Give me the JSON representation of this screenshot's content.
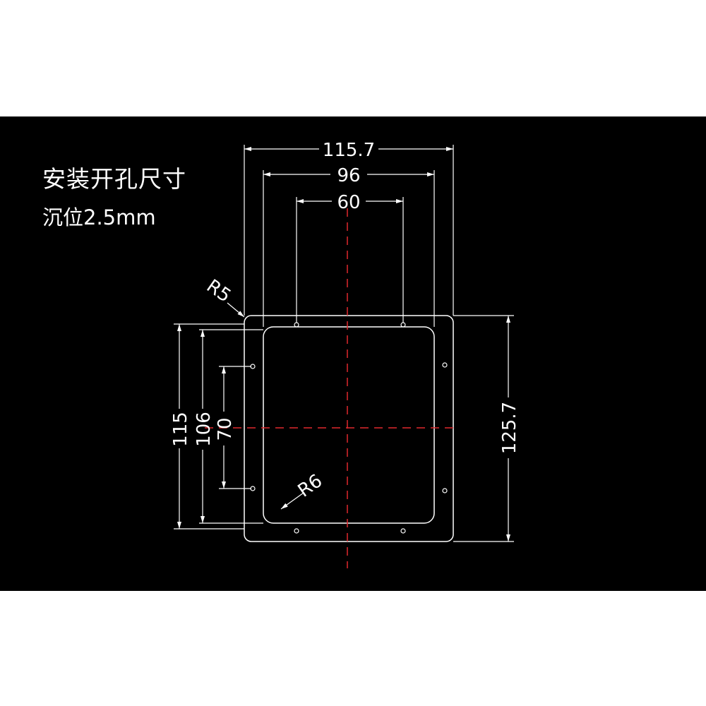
{
  "title": "安装开孔尺寸",
  "subtitle": "沉位2.5mm",
  "colors": {
    "background": "#000000",
    "line": "#ffffff",
    "centerline": "#e0282e"
  },
  "dimensions": {
    "outer_width": "115.7",
    "hole_spacing_wide": "96",
    "hole_spacing_narrow": "60",
    "outer_height": "125.7",
    "left_115": "115",
    "left_106": "106",
    "left_70": "70",
    "radius_outer": "R5",
    "radius_inner": "R6"
  }
}
